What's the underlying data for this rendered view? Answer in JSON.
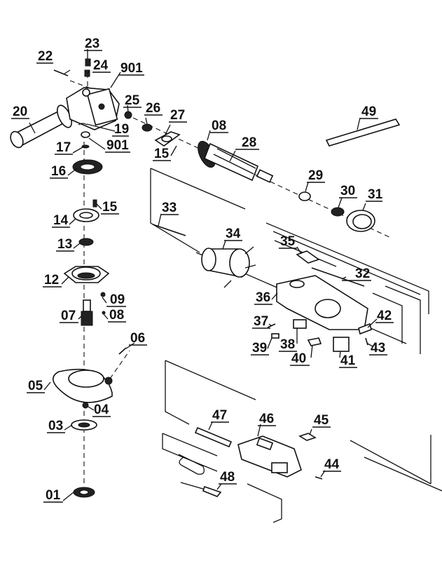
{
  "title": "Angle grinder exploded parts diagram",
  "parts": [
    {
      "id": "p01",
      "label": "01",
      "name": "outer-flange-nut"
    },
    {
      "id": "p03",
      "label": "03",
      "name": "inner-flange"
    },
    {
      "id": "p04",
      "label": "04",
      "name": "guard-nut"
    },
    {
      "id": "p05",
      "label": "05",
      "name": "wheel-guard"
    },
    {
      "id": "p06",
      "label": "06",
      "name": "guard-screw"
    },
    {
      "id": "p07",
      "label": "07",
      "name": "spindle"
    },
    {
      "id": "p08a",
      "label": "08",
      "name": "key"
    },
    {
      "id": "p09",
      "label": "09",
      "name": "circlip"
    },
    {
      "id": "p12",
      "label": "12",
      "name": "bearing-cover-plate"
    },
    {
      "id": "p13",
      "label": "13",
      "name": "bearing"
    },
    {
      "id": "p14",
      "label": "14",
      "name": "bearing-retainer"
    },
    {
      "id": "p15a",
      "label": "15",
      "name": "screw"
    },
    {
      "id": "p16",
      "label": "16",
      "name": "large-bevel-gear"
    },
    {
      "id": "p17",
      "label": "17",
      "name": "washer"
    },
    {
      "id": "p901b",
      "label": "901",
      "name": "needle-bearing"
    },
    {
      "id": "p19",
      "label": "19",
      "name": "snap-ring"
    },
    {
      "id": "p20",
      "label": "20",
      "name": "side-handle"
    },
    {
      "id": "p22",
      "label": "22",
      "name": "gear-housing-screw"
    },
    {
      "id": "p23",
      "label": "23",
      "name": "spindle-lock-button"
    },
    {
      "id": "p24",
      "label": "24",
      "name": "spring"
    },
    {
      "id": "p901a",
      "label": "901",
      "name": "gear-housing"
    },
    {
      "id": "p25",
      "label": "25",
      "name": "small-bevel-gear-nut"
    },
    {
      "id": "p26",
      "label": "26",
      "name": "armature-bearing-front"
    },
    {
      "id": "p27",
      "label": "27",
      "name": "bearing-plate"
    },
    {
      "id": "p15b",
      "label": "15",
      "name": "plate-screw"
    },
    {
      "id": "p08b",
      "label": "08",
      "name": "fan-key"
    },
    {
      "id": "p28",
      "label": "28",
      "name": "armature"
    },
    {
      "id": "p29",
      "label": "29",
      "name": "armature-bearing-rear"
    },
    {
      "id": "p30",
      "label": "30",
      "name": "bearing-sleeve"
    },
    {
      "id": "p31",
      "label": "31",
      "name": "air-baffle"
    },
    {
      "id": "p49",
      "label": "49",
      "name": "spanner-wrench"
    },
    {
      "id": "p33",
      "label": "33",
      "name": "stator-screw"
    },
    {
      "id": "p34",
      "label": "34",
      "name": "stator"
    },
    {
      "id": "p35",
      "label": "35",
      "name": "switch-button"
    },
    {
      "id": "p32",
      "label": "32",
      "name": "switch-rod"
    },
    {
      "id": "p36",
      "label": "36",
      "name": "motor-housing"
    },
    {
      "id": "p37",
      "label": "37",
      "name": "brush-holder-screw"
    },
    {
      "id": "p38",
      "label": "38",
      "name": "brush-holder"
    },
    {
      "id": "p39",
      "label": "39",
      "name": "carbon-brush"
    },
    {
      "id": "p40",
      "label": "40",
      "name": "capacitor"
    },
    {
      "id": "p41",
      "label": "41",
      "name": "switch"
    },
    {
      "id": "p42",
      "label": "42",
      "name": "cable-clamp"
    },
    {
      "id": "p43",
      "label": "43",
      "name": "clamp-screw"
    },
    {
      "id": "p44",
      "label": "44",
      "name": "rear-cover-screw"
    },
    {
      "id": "p45",
      "label": "45",
      "name": "label-plate"
    },
    {
      "id": "p46",
      "label": "46",
      "name": "rear-cover"
    },
    {
      "id": "p47",
      "label": "47",
      "name": "cable-sleeve"
    },
    {
      "id": "p48",
      "label": "48",
      "name": "power-cord-plug"
    }
  ]
}
